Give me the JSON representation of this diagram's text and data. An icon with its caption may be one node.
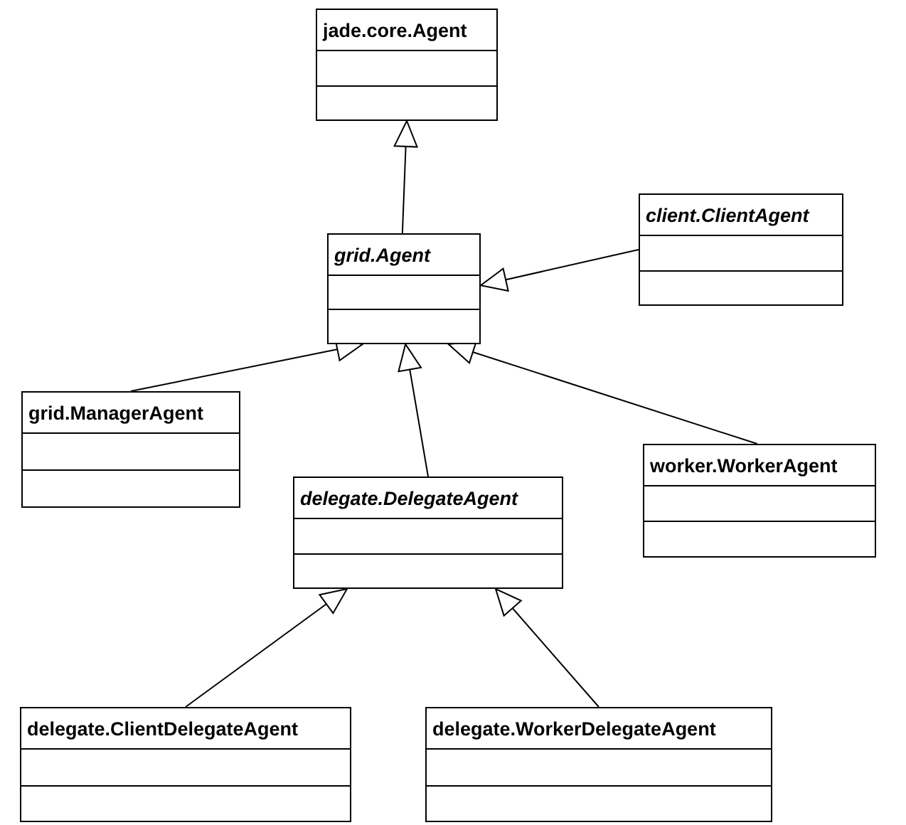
{
  "diagram": {
    "nodes": [
      {
        "text": [
          "jade.core.Agent"
        ]
      },
      {
        "text": [
          "grid.Agent"
        ]
      },
      {
        "text": [
          "client.ClientAgent"
        ]
      },
      {
        "text": [
          "grid.ManagerAgent"
        ]
      },
      {
        "text": [
          "delegate.DelegateAgent"
        ]
      },
      {
        "text": [
          "worker.WorkerAgent"
        ]
      },
      {
        "text": [
          "delegate.ClientDelegateAgent"
        ]
      },
      {
        "text": [
          "delegate.WorkerDelegateAgent"
        ]
      }
    ],
    "edges": [
      {
        "from": 1,
        "to": 0,
        "arrow": "to"
      },
      {
        "from": 2,
        "to": 1,
        "arrow": "to"
      },
      {
        "from": 3,
        "to": 1,
        "arrow": "to"
      },
      {
        "from": 4,
        "to": 1,
        "arrow": "to"
      },
      {
        "from": 5,
        "to": 1,
        "arrow": "to"
      },
      {
        "from": 6,
        "to": 4,
        "arrow": "to"
      },
      {
        "from": 7,
        "to": 4,
        "arrow": "to"
      }
    ]
  }
}
